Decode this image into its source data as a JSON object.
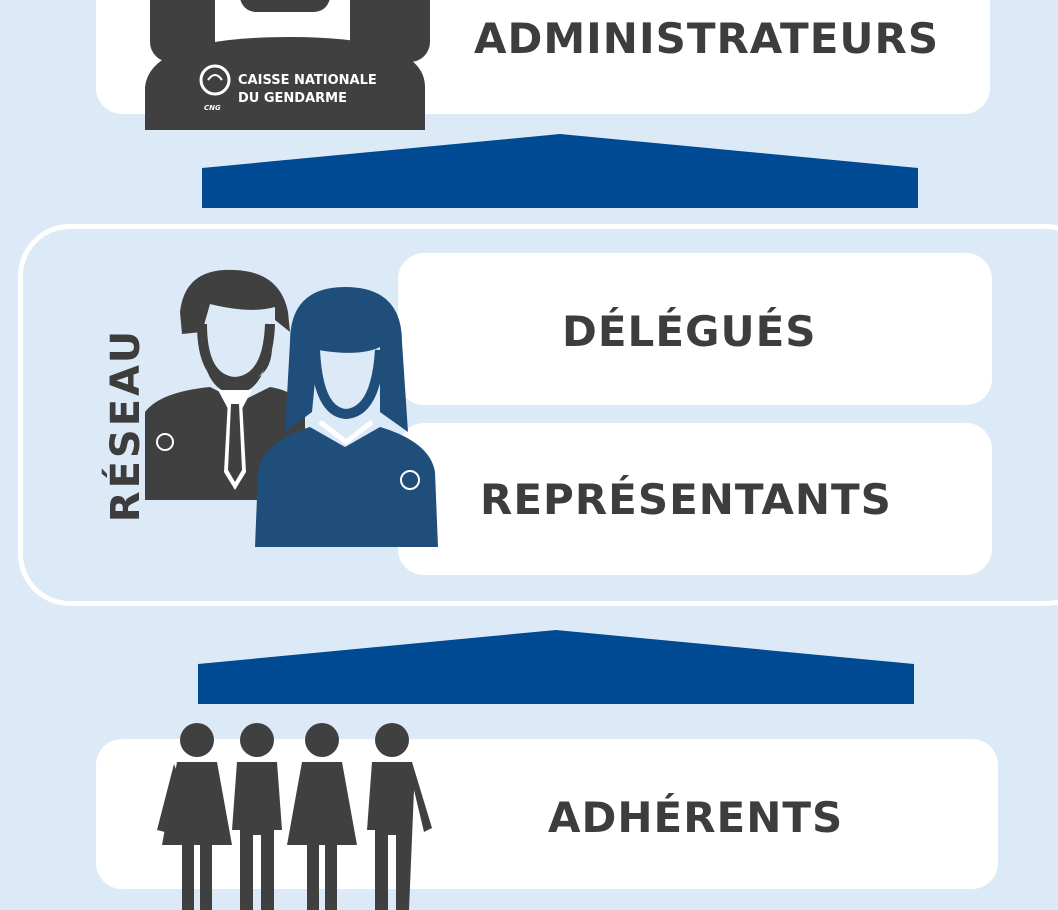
{
  "levels": {
    "administrateurs": "ADMINISTRATEURS",
    "delegues": "DÉLÉGUÉS",
    "representants": "REPRÉSENTANTS",
    "adherents": "ADHÉRENTS"
  },
  "network_label": "RÉSEAU",
  "logo": {
    "line1": "CAISSE NATIONALE",
    "line2": "DU GENDARME",
    "mark": "CNG"
  },
  "icons": {
    "board": "board-members-icon",
    "delegates": "delegates-couple-icon",
    "members": "members-group-icon",
    "arrow": "upward-arrow-icon"
  },
  "colors": {
    "background": "#dce9f6",
    "card": "#ffffff",
    "text": "#3d3d3d",
    "dark_figure": "#404040",
    "blue_figure": "#1f4e7a",
    "arrow": "#004a94"
  }
}
